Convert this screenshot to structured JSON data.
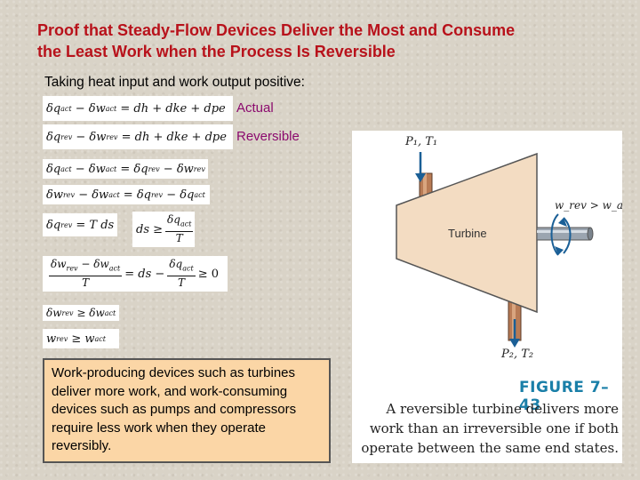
{
  "slide": {
    "title_line1": "Proof that Steady-Flow Devices Deliver the Most and Consume",
    "title_line2": "the Least Work when the Process Is Reversible",
    "subtitle": "Taking heat input and work output positive:",
    "label_actual": "Actual",
    "label_reversible": "Reversible",
    "callout": "Work-producing devices such as turbines deliver more work, and work-consuming devices such as pumps and compressors require less work when they operate reversibly."
  },
  "figure": {
    "inlet_label": "P₁, T₁",
    "outlet_label": "P₂, T₂",
    "device_label": "Turbine",
    "work_label": "w_rev > w_act",
    "caption_title": "FIGURE 7–43",
    "caption": "A reversible turbine delivers more work than an irreversible one if both operate between the same end states."
  },
  "colors": {
    "title": "#b8121b",
    "tag": "#8b0a6e",
    "callout_bg": "#fbd6a6",
    "figure_title": "#1a7fa8",
    "turbine_fill": "#f3dcc2",
    "pipe": "#b87b55"
  }
}
